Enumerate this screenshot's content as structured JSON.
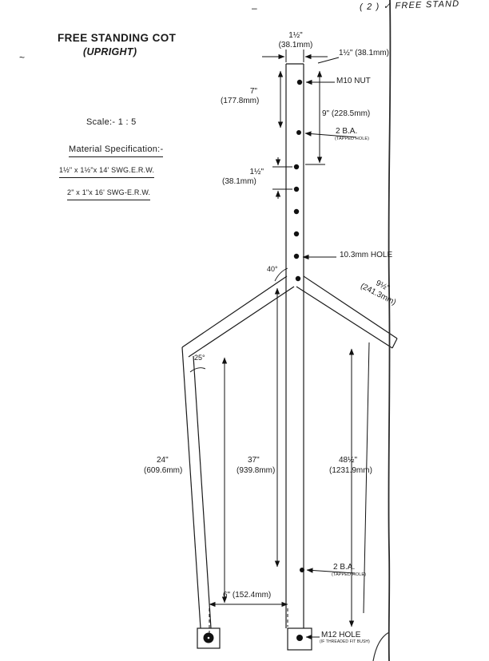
{
  "colors": {
    "ink": "#1a1a1a",
    "paper": "#ffffff"
  },
  "annotations": {
    "handwritten_note": "( 2 ) ✓ FREE STAND",
    "artifact_tilde": "~",
    "artifact_dash": "–"
  },
  "header": {
    "title_line1": "FREE STANDING COT",
    "title_line2": "(UPRIGHT)",
    "scale": "Scale:- 1 : 5",
    "material_heading": "Material Specification:-",
    "material_specs": [
      "1½\" x 1½\"x 14' SWG.E.R.W.",
      "2\" x 1\"x 16' SWG-E.R.W."
    ]
  },
  "dims": {
    "top_width_in": "1½\"",
    "top_width_mm": "(38.1mm)",
    "top_right": "1½\" (38.1mm)",
    "m10_nut": "M10 NUT",
    "len7_in": "7\"",
    "len7_mm": "(177.8mm)",
    "len9": "9\" (228.5mm)",
    "ba_top": "2 B.A.",
    "ba_top_note": "(TAPPED HOLE)",
    "mid_width_in": "1½\"",
    "mid_width_mm": "(38.1mm)",
    "hole_dia": "10.3mm HOLE",
    "angle_40": "40°",
    "diag_in": "9½\"",
    "diag_mm": "(241.3mm)",
    "angle_25": "25°",
    "len24_in": "24\"",
    "len24_mm": "(609.6mm)",
    "len37_in": "37\"",
    "len37_mm": "(939.8mm)",
    "len48_in": "48½\"",
    "len48_mm": "(1231.9mm)",
    "ba_bottom": "2 B.A.",
    "ba_bottom_note": "(TAPPED HOLE)",
    "len6": "6\" (152.4mm)",
    "m12_hole": "M12 HOLE",
    "m12_note": "(IF THREADED FIT BUSH)"
  }
}
